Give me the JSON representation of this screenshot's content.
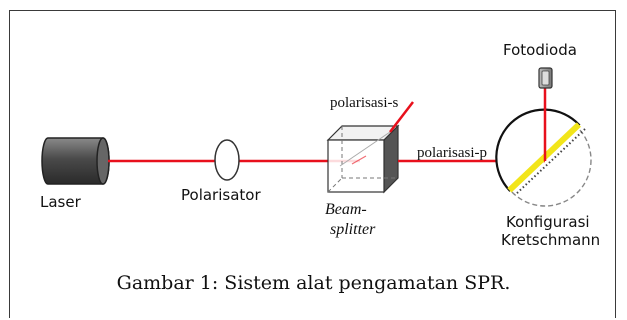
{
  "labels": {
    "laser": "Laser",
    "polarizer": "Polarisator",
    "beam": "Beam-",
    "splitter": "splitter",
    "pol_s": "polarisasi-s",
    "pol_p": "polarisasi-p",
    "photodiode": "Fotodioda",
    "config_line1": "Konfigurasi",
    "config_line2": "Kretschmann"
  },
  "caption": "Gambar 1: Sistem alat pengamatan SPR.",
  "colors": {
    "beam": "#e8101c",
    "gold_film": "#f2e51a",
    "laser_body": "#555555",
    "dashed_circle": "#888888"
  }
}
